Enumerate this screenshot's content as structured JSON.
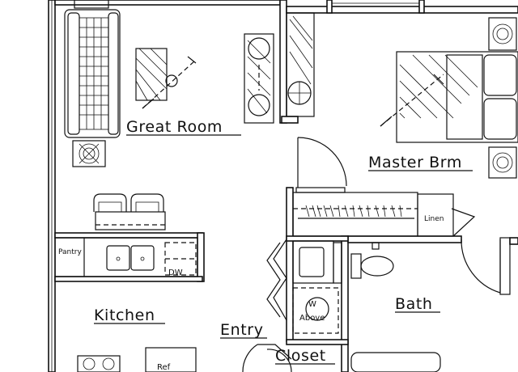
{
  "rooms": {
    "great_room": "Great Room",
    "master_bedroom": "Master Brm",
    "kitchen": "Kitchen",
    "entry": "Entry",
    "bath": "Bath",
    "closet": "Closet"
  },
  "fixtures": {
    "pantry": "Pantry",
    "dishwasher": "DW",
    "linen": "Linen",
    "refrigerator": "Ref",
    "washer_line1": "W",
    "washer_line2": "Above"
  }
}
